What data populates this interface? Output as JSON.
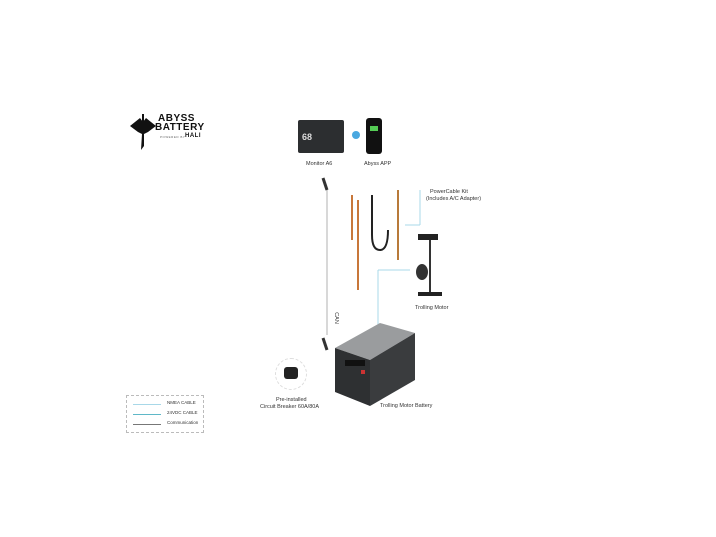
{
  "logo": {
    "line1": "ABYSS",
    "line2": "BATTERY",
    "powered_by": "POWERED BY",
    "brand": "HALI"
  },
  "monitor": {
    "label": "Monitor A6",
    "reading": "68"
  },
  "app": {
    "label": "Abyss APP"
  },
  "powercable": {
    "label_line1": "PowerCable Kit",
    "label_line2": "(Includes A/C Adapter)"
  },
  "trolling_motor": {
    "label": "Trolling Motor"
  },
  "can_label": "CAN",
  "breaker": {
    "label_line1": "Pre-installed",
    "label_line2": "Circuit Breaker 60A/80A"
  },
  "battery": {
    "label": "Trolling Motor Battery"
  },
  "legend": {
    "items": [
      {
        "label": "NMEA CABLE",
        "color": "#a8d8e8"
      },
      {
        "label": "24VDC CABLE",
        "color": "#5fb8c8"
      },
      {
        "label": "Communication",
        "color": "#777777"
      }
    ]
  }
}
